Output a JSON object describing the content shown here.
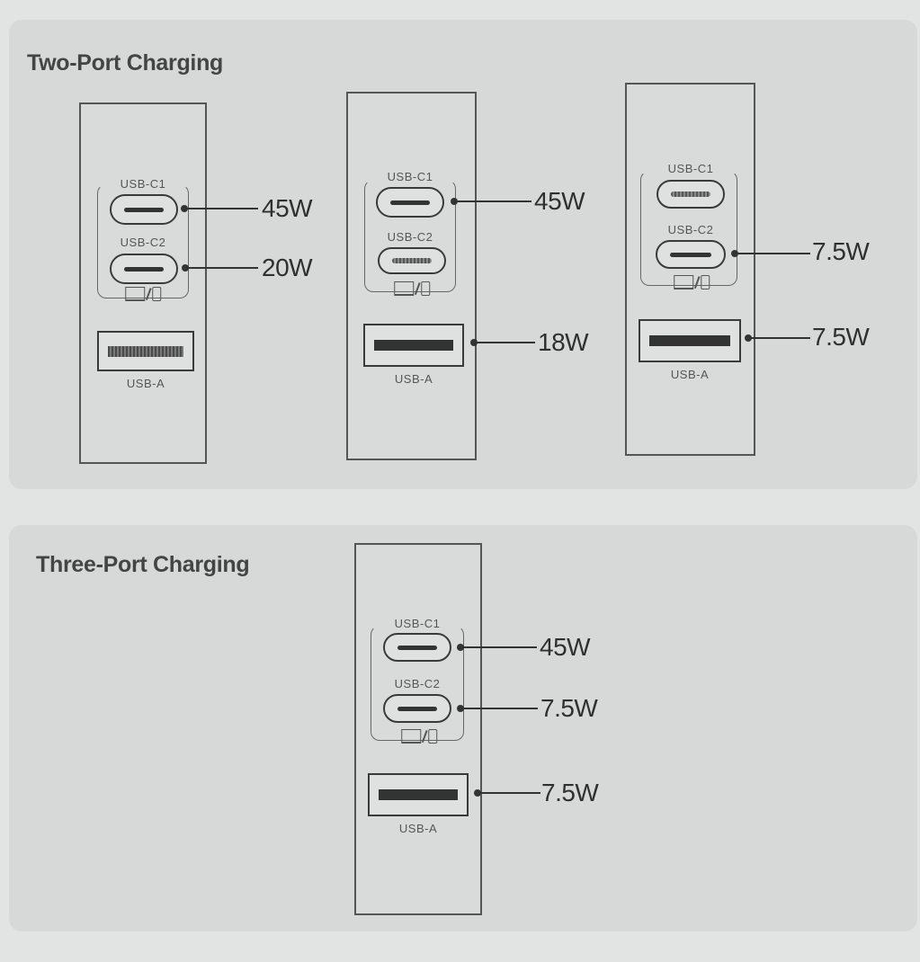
{
  "two_port": {
    "heading": "Two-Port Charging",
    "chargers": [
      {
        "c1_label": "USB-C1",
        "c2_label": "USB-C2",
        "a_label": "USB-A",
        "c1_watt": "45W",
        "c2_watt": "20W"
      },
      {
        "c1_label": "USB-C1",
        "c2_label": "USB-C2",
        "a_label": "USB-A",
        "c1_watt": "45W",
        "a_watt": "18W"
      },
      {
        "c1_label": "USB-C1",
        "c2_label": "USB-C2",
        "a_label": "USB-A",
        "c2_watt": "7.5W",
        "a_watt": "7.5W"
      }
    ]
  },
  "three_port": {
    "heading": "Three-Port Charging",
    "charger": {
      "c1_label": "USB-C1",
      "c2_label": "USB-C2",
      "a_label": "USB-A",
      "c1_watt": "45W",
      "c2_watt": "7.5W",
      "a_watt": "7.5W"
    }
  },
  "icons": {
    "device": "laptop-phone-icon"
  }
}
